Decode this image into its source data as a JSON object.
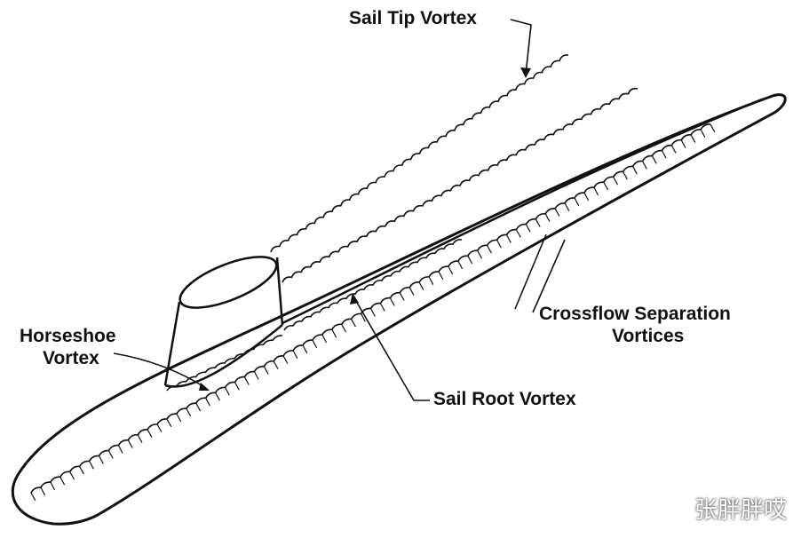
{
  "labels": {
    "sail_tip_vortex": "Sail Tip Vortex",
    "horseshoe_vortex_line1": "Horseshoe",
    "horseshoe_vortex_line2": "Vortex",
    "crossflow_line1": "Crossflow Separation",
    "crossflow_line2": "Vortices",
    "sail_root_vortex": "Sail Root Vortex"
  },
  "watermark": "张胖胖哎",
  "colors": {
    "ink": "#111111",
    "background": "#ffffff"
  }
}
